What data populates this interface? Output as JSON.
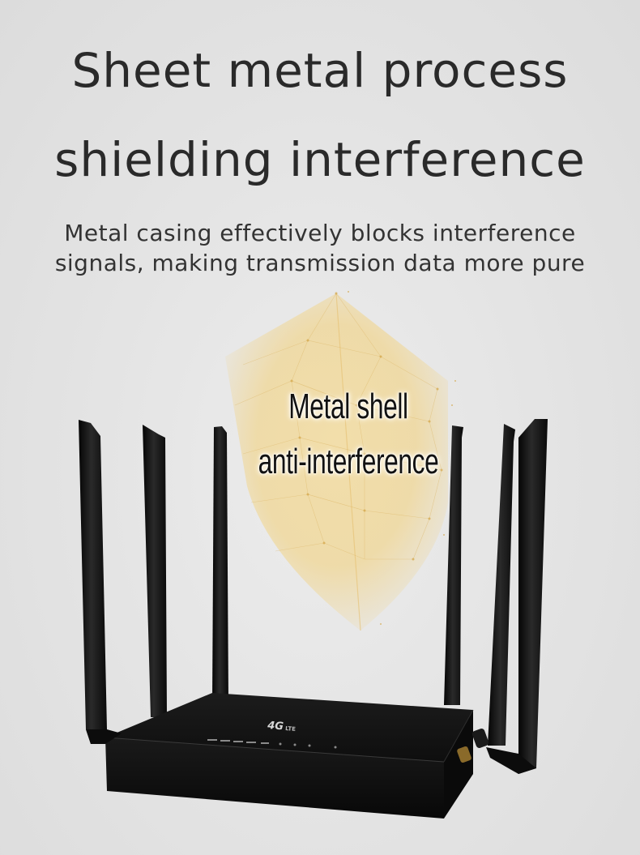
{
  "headline": {
    "line1": "Sheet metal process",
    "line2": "shielding interference"
  },
  "subtitle": {
    "line1": "Metal casing effectively blocks interference",
    "line2": "signals, making transmission data more pure"
  },
  "shield_label": {
    "line1": "Metal shell",
    "line2": "anti-interference"
  },
  "router": {
    "logo_text": "4G",
    "logo_suffix": "LTE"
  },
  "colors": {
    "background": "#e4e4e4",
    "shield": "#f2d58e",
    "router_body": "#141414",
    "text": "#2a2a2a"
  }
}
